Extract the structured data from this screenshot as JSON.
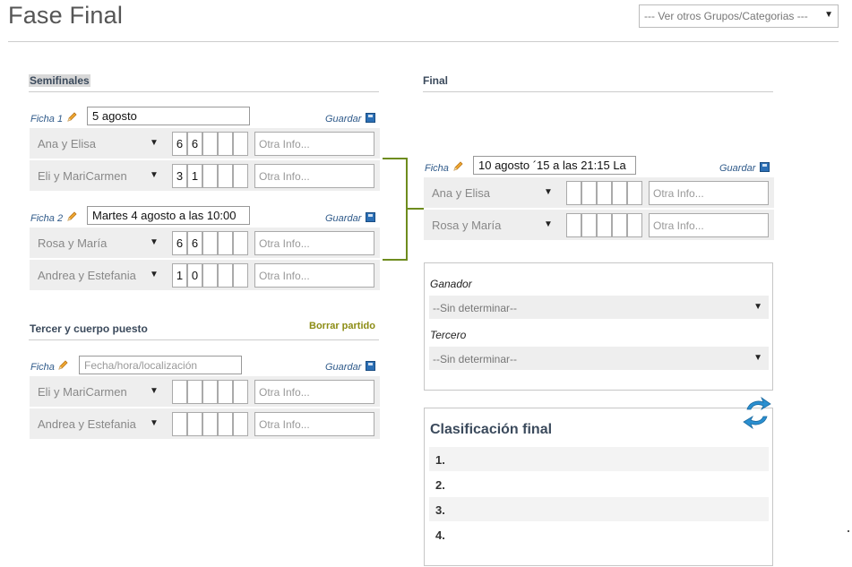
{
  "header": {
    "title": "Fase Final",
    "group_select": "--- Ver otros Grupos/Categorias ---"
  },
  "semifinals": {
    "title": "Semifinales",
    "matches": [
      {
        "ficha_label": "Ficha 1",
        "date": "5 agosto",
        "save_label": "Guardar",
        "teams": [
          {
            "name": "Ana y Elisa",
            "scores": [
              "6",
              "6",
              "",
              "",
              ""
            ],
            "info_placeholder": "Otra Info..."
          },
          {
            "name": "Eli y MariCarmen",
            "scores": [
              "3",
              "1",
              "",
              "",
              ""
            ],
            "info_placeholder": "Otra Info..."
          }
        ]
      },
      {
        "ficha_label": "Ficha 2",
        "date": "Martes 4 agosto a las 10:00",
        "save_label": "Guardar",
        "teams": [
          {
            "name": "Rosa y María",
            "scores": [
              "6",
              "6",
              "",
              "",
              ""
            ],
            "info_placeholder": "Otra Info..."
          },
          {
            "name": "Andrea y Estefania",
            "scores": [
              "1",
              "0",
              "",
              "",
              ""
            ],
            "info_placeholder": "Otra Info..."
          }
        ]
      }
    ]
  },
  "third_place": {
    "title": "Tercer y cuerpo puesto",
    "delete_label": "Borrar partido",
    "ficha_label": "Ficha",
    "date_placeholder": "Fecha/hora/localización",
    "save_label": "Guardar",
    "teams": [
      {
        "name": "Eli y MariCarmen",
        "scores": [
          "",
          "",
          "",
          "",
          ""
        ],
        "info_placeholder": "Otra Info..."
      },
      {
        "name": "Andrea y Estefania",
        "scores": [
          "",
          "",
          "",
          "",
          ""
        ],
        "info_placeholder": "Otra Info..."
      }
    ]
  },
  "final": {
    "title": "Final",
    "ficha_label": "Ficha",
    "date": "10 agosto ´15 a las 21:15 La",
    "save_label": "Guardar",
    "teams": [
      {
        "name": "Ana y Elisa",
        "scores": [
          "",
          "",
          "",
          "",
          ""
        ],
        "info_placeholder": "Otra Info..."
      },
      {
        "name": "Rosa y María",
        "scores": [
          "",
          "",
          "",
          "",
          ""
        ],
        "info_placeholder": "Otra Info..."
      }
    ]
  },
  "results": {
    "winner_label": "Ganador",
    "winner_value": "--Sin determinar--",
    "third_label": "Tercero",
    "third_value": "--Sin determinar--"
  },
  "classification": {
    "title": "Clasificación final",
    "rows": [
      "1.",
      "2.",
      "3.",
      "4."
    ]
  },
  "colors": {
    "bracket": "#6e8c1e",
    "link_blue": "#2f5a8a",
    "borrar": "#8c8c14"
  },
  "icons": {
    "edit": "pencil-icon",
    "save": "save-icon",
    "refresh": "refresh-icon",
    "dropdown": "chevron-down-icon"
  }
}
